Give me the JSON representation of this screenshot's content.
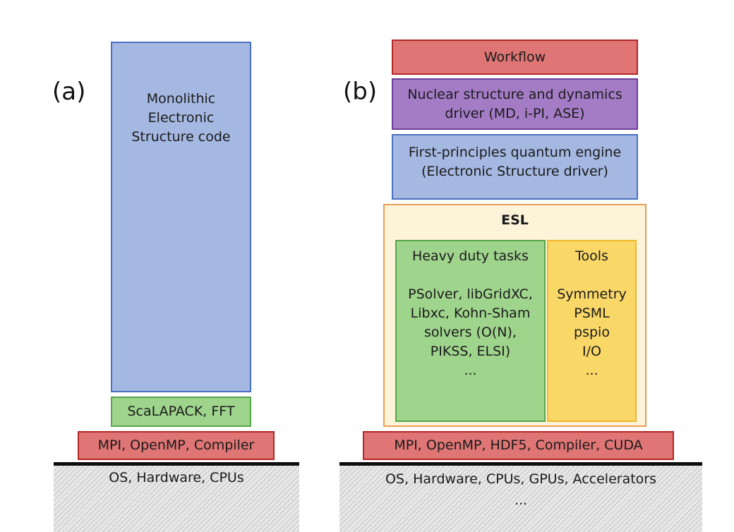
{
  "panel_a": {
    "label": "(a)",
    "monolithic": [
      "Monolithic",
      "Electronic",
      "Structure code"
    ],
    "scalapack": "ScaLAPACK, FFT",
    "mpi": "MPI, OpenMP, Compiler",
    "os": "OS, Hardware, CPUs"
  },
  "panel_b": {
    "label": "(b)",
    "workflow": "Workflow",
    "nuclear": [
      "Nuclear structure and dynamics",
      "driver (MD, i-PI, ASE)"
    ],
    "quantum": [
      "First-principles quantum engine",
      "(Electronic Structure driver)"
    ],
    "esl": {
      "title": "ESL",
      "heavy": {
        "title": "Heavy duty tasks",
        "lines": [
          "PSolver, libGridXC,",
          "Libxc, Kohn-Sham",
          "solvers (O(N),",
          "PIKSS, ELSI)",
          "..."
        ]
      },
      "tools": {
        "title": "Tools",
        "lines": [
          "Symmetry",
          "PSML",
          "pspio",
          "I/O",
          "..."
        ]
      }
    },
    "mpi": "MPI, OpenMP, HDF5, Compiler, CUDA",
    "os": [
      "OS, Hardware, CPUs, GPUs, Accelerators",
      "..."
    ]
  },
  "colors": {
    "blue": "#a5b8e2",
    "green": "#9fd48d",
    "red": "#df7575",
    "purple": "#a47cc6",
    "esl_bg": "#fdf3d9",
    "yellow": "#fad868"
  }
}
